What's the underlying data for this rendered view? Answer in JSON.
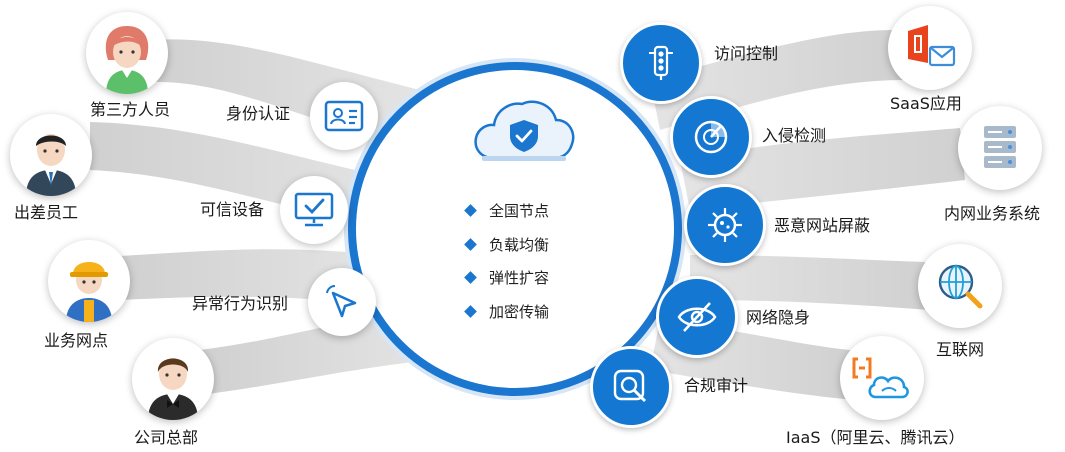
{
  "users": [
    {
      "label": "第三方人员",
      "icon": "female-staff-icon"
    },
    {
      "label": "出差员工",
      "icon": "businessman-icon"
    },
    {
      "label": "业务网点",
      "icon": "worker-helmet-icon"
    },
    {
      "label": "公司总部",
      "icon": "executive-icon"
    }
  ],
  "access_checks": [
    {
      "label": "身份认证",
      "icon": "id-card-icon"
    },
    {
      "label": "可信设备",
      "icon": "trusted-monitor-icon"
    },
    {
      "label": "异常行为识别",
      "icon": "cursor-click-icon"
    }
  ],
  "hub": {
    "icon": "cloud-shield-icon",
    "features": [
      "全国节点",
      "负载均衡",
      "弹性扩容",
      "加密传输"
    ]
  },
  "protections": [
    {
      "label": "访问控制",
      "icon": "traffic-light-icon"
    },
    {
      "label": "入侵检测",
      "icon": "radar-icon"
    },
    {
      "label": "恶意网站屏蔽",
      "icon": "virus-icon"
    },
    {
      "label": "网络隐身",
      "icon": "eye-off-icon"
    },
    {
      "label": "合规审计",
      "icon": "audit-search-icon"
    }
  ],
  "resources": [
    {
      "label": "SaaS应用",
      "icon": "office-mail-icon"
    },
    {
      "label": "内网业务系统",
      "icon": "server-rack-icon"
    },
    {
      "label": "互联网",
      "icon": "globe-search-icon"
    },
    {
      "label": "IaaS（阿里云、腾讯云）",
      "icon": "cloud-vendor-icon"
    }
  ],
  "colors": {
    "primary": "#1b76cf",
    "band": "#d5d5d5",
    "text": "#1a1a1a"
  }
}
